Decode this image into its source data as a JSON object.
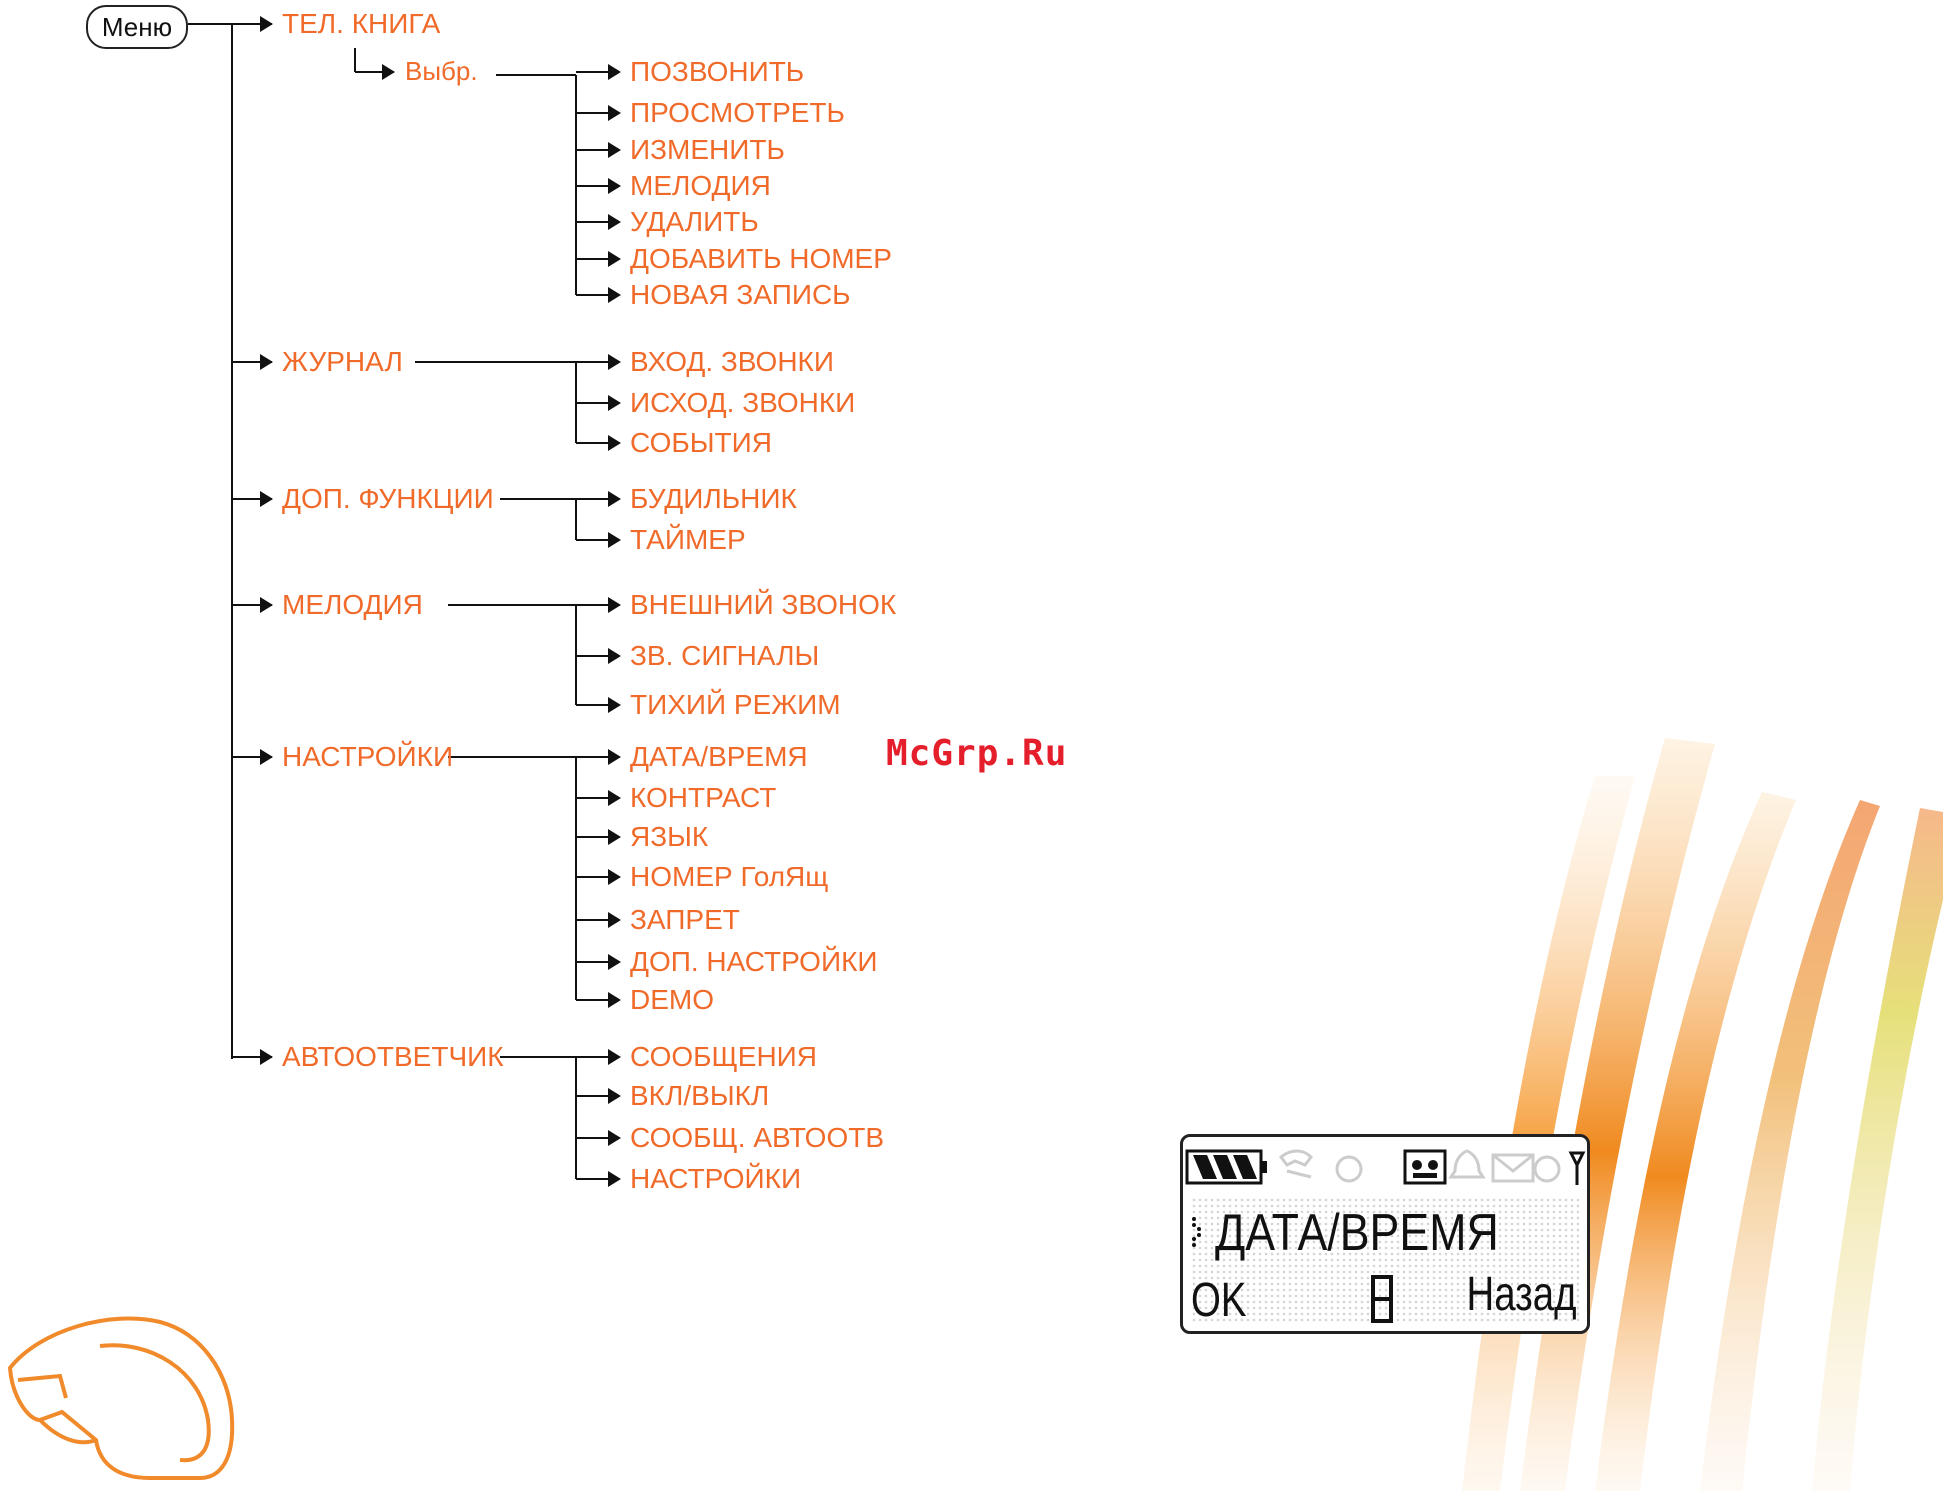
{
  "root": {
    "label": "Меню"
  },
  "phonebook": {
    "label": "ТЕЛ. КНИГА",
    "select": "Выбр.",
    "items": [
      "ПОЗВОНИТЬ",
      "ПРОСМОТРЕТЬ",
      "ИЗМЕНИТЬ",
      "МЕЛОДИЯ",
      "УДАЛИТЬ",
      "ДОБАВИТЬ НОМЕР",
      "НОВАЯ ЗАПИСЬ"
    ]
  },
  "journal": {
    "label": "ЖУРНАЛ",
    "items": [
      "ВХОД. ЗВОНКИ",
      "ИСХОД. ЗВОНКИ",
      "СОБЫТИЯ"
    ]
  },
  "extras": {
    "label": "ДОП. ФУНКЦИИ",
    "items": [
      "БУДИЛЬНИК",
      "ТАЙМЕР"
    ]
  },
  "melody": {
    "label": "МЕЛОДИЯ",
    "items": [
      "ВНЕШНИЙ ЗВОНОК",
      "ЗВ. СИГНАЛЫ",
      "ТИХИЙ РЕЖИМ"
    ]
  },
  "settings": {
    "label": "НАСТРОЙКИ",
    "items": [
      "ДАТА/ВРЕМЯ",
      "КОНТРАСТ",
      "ЯЗЫК",
      "НОМЕР ГолЯщ",
      "ЗАПРЕТ",
      "ДОП. НАСТРОЙКИ",
      "DEMO"
    ]
  },
  "answering": {
    "label": "АВТООТВЕТЧИК",
    "items": [
      "СООБЩЕНИЯ",
      "ВКЛ/ВЫКЛ",
      "СООБЩ. АВТООТВ",
      "НАСТРОЙКИ"
    ]
  },
  "watermark": "McGrp.Ru",
  "lcd": {
    "title": "ДАТА/ВРЕМЯ",
    "left_softkey": "OK",
    "right_softkey": "Назад"
  },
  "colors": {
    "label": "#f06a2a",
    "line": "#111111",
    "watermark": "#e51e2b"
  }
}
